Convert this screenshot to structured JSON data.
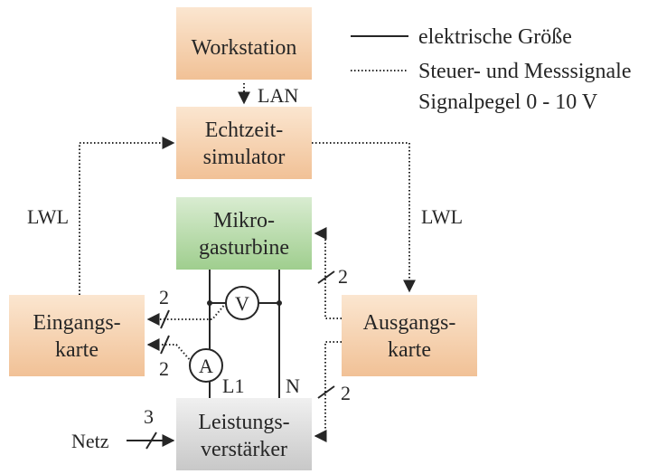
{
  "blocks": {
    "workstation": [
      "Workstation"
    ],
    "echtzeit": [
      "Echtzeit-",
      "simulator"
    ],
    "mikro": [
      "Mikro-",
      "gasturbine"
    ],
    "eingang": [
      "Eingangs-",
      "karte"
    ],
    "ausgang": [
      "Ausgangs-",
      "karte"
    ],
    "leistung": [
      "Leistungs-",
      "verstärker"
    ]
  },
  "legend": {
    "solid": "elektrische Größe",
    "dotted": "Steuer- und Messsignale",
    "level": "Signalpegel 0 - 10 V"
  },
  "labels": {
    "lan": "LAN",
    "lwl_left": "LWL",
    "lwl_right": "LWL",
    "netz": "Netz",
    "l1": "L1",
    "n": "N",
    "voltmeter": "V",
    "ammeter": "A",
    "count_eingang_top": "2",
    "count_eingang_bottom": "2",
    "count_ausgang_top": "2",
    "count_ausgang_bottom": "2",
    "count_netz": "3"
  },
  "colors": {
    "orange_top": "#fbe6d0",
    "orange_bottom": "#f1c196",
    "green_top": "#d9ecd1",
    "green_bottom": "#9fce8e",
    "gray_top": "#f0f0f0",
    "gray_bottom": "#c8c8c8",
    "line": "#262626"
  }
}
